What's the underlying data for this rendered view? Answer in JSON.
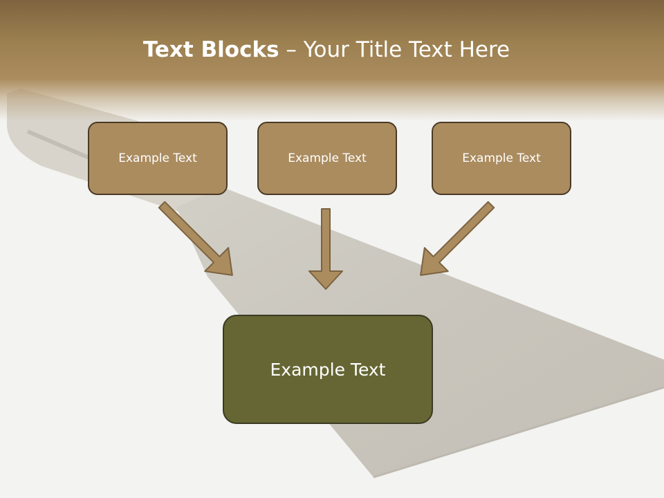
{
  "slide": {
    "title_bold": "Text Blocks",
    "title_dash": " – ",
    "title_rest": "Your Title Text Here",
    "boxes": [
      {
        "label": "Example Text"
      },
      {
        "label": "Example Text"
      },
      {
        "label": "Example Text"
      }
    ],
    "main_box": {
      "label": "Example Text"
    }
  },
  "colors": {
    "band": "#a0825a",
    "box": "#ab8c5f",
    "box_border": "#4a3a25",
    "main_box": "#666634",
    "arrow": "#ab8c5f"
  }
}
